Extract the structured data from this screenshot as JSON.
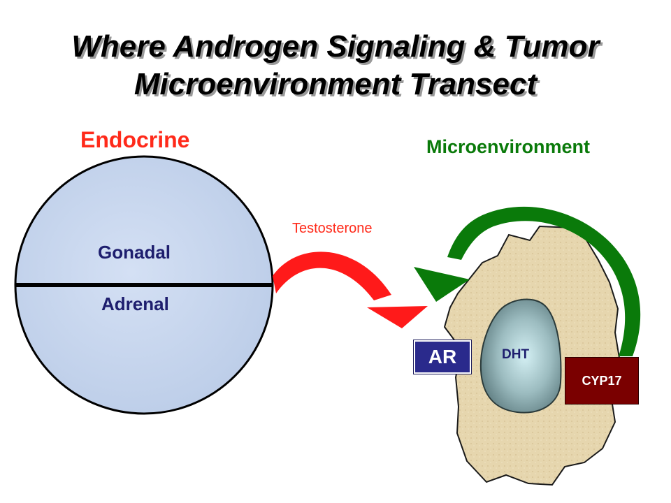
{
  "title": {
    "line1": "Where Androgen Signaling & Tumor",
    "line2": "Microenvironment Transect"
  },
  "endocrine": {
    "heading": "Endocrine",
    "top_label": "Gonadal",
    "bottom_label": "Adrenal"
  },
  "microenvironment": {
    "heading": "Microenvironment",
    "receptor_label": "AR",
    "nucleus_label": "DHT",
    "enzyme_label": "CYP17"
  },
  "flow": {
    "hormone_label": "Testosterone"
  },
  "colors": {
    "endocrine_heading": "#ff2a1a",
    "micro_heading": "#0a7a0a",
    "red_arrow": "#ff1a1a",
    "green_arrow": "#0a7a0a",
    "gland_fill": "#c8d8f0",
    "cell_fill": "#e8d8b0",
    "nucleus_fill": "#8aa8a8",
    "ar_box": "#2a2a8c",
    "cyp17_box": "#7a0000"
  }
}
